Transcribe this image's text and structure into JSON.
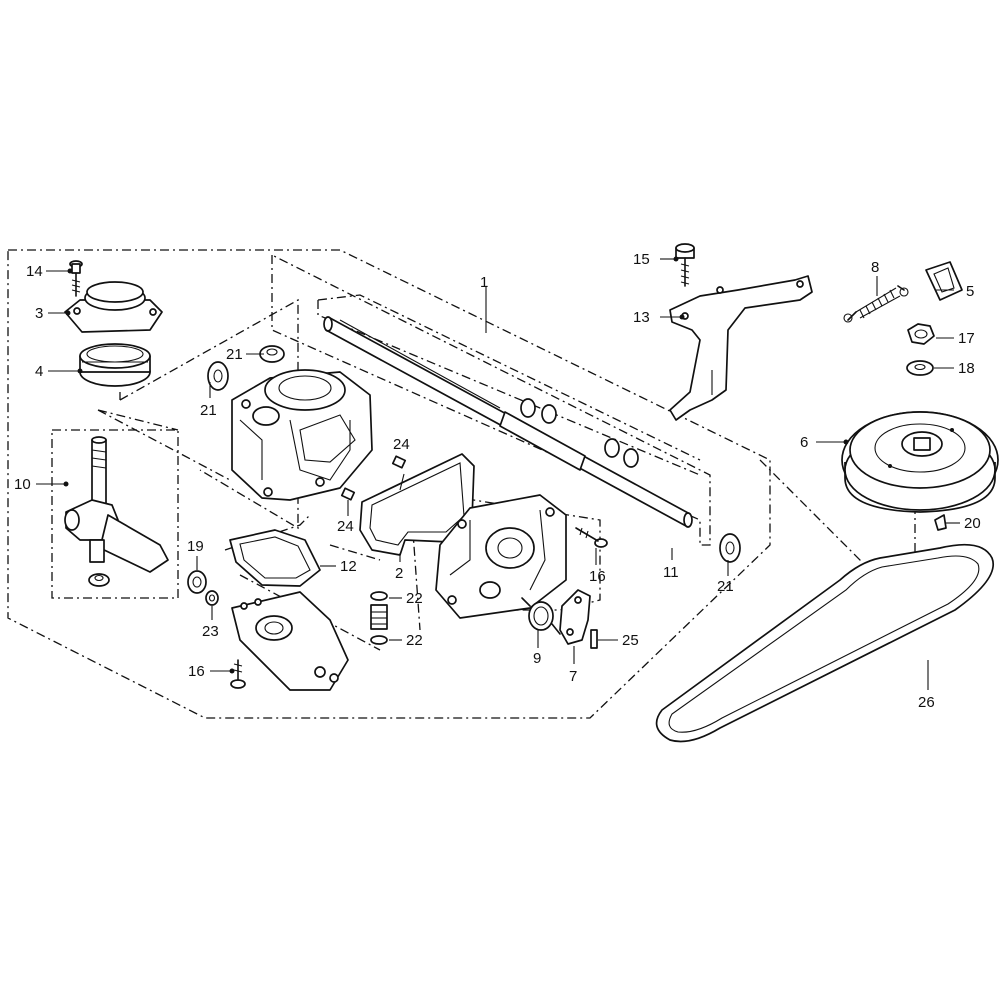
{
  "diagram": {
    "callouts": [
      {
        "id": "c1",
        "text": "1"
      },
      {
        "id": "c2",
        "text": "2"
      },
      {
        "id": "c3",
        "text": "3"
      },
      {
        "id": "c4",
        "text": "4"
      },
      {
        "id": "c5",
        "text": "5"
      },
      {
        "id": "c6",
        "text": "6"
      },
      {
        "id": "c7",
        "text": "7"
      },
      {
        "id": "c8",
        "text": "8"
      },
      {
        "id": "c9",
        "text": "9"
      },
      {
        "id": "c10",
        "text": "10"
      },
      {
        "id": "c11",
        "text": "11"
      },
      {
        "id": "c12",
        "text": "12"
      },
      {
        "id": "c13",
        "text": "13"
      },
      {
        "id": "c14",
        "text": "14"
      },
      {
        "id": "c15",
        "text": "15"
      },
      {
        "id": "c16a",
        "text": "16"
      },
      {
        "id": "c16b",
        "text": "16"
      },
      {
        "id": "c17",
        "text": "17"
      },
      {
        "id": "c18",
        "text": "18"
      },
      {
        "id": "c19",
        "text": "19"
      },
      {
        "id": "c20",
        "text": "20"
      },
      {
        "id": "c21a",
        "text": "21"
      },
      {
        "id": "c21b",
        "text": "21"
      },
      {
        "id": "c21c",
        "text": "21"
      },
      {
        "id": "c22a",
        "text": "22"
      },
      {
        "id": "c22b",
        "text": "22"
      },
      {
        "id": "c23",
        "text": "23"
      },
      {
        "id": "c24a",
        "text": "24"
      },
      {
        "id": "c24b",
        "text": "24"
      },
      {
        "id": "c25",
        "text": "25"
      },
      {
        "id": "c26",
        "text": "26"
      }
    ]
  },
  "colors": {
    "line": "#111111",
    "background": "#ffffff"
  }
}
